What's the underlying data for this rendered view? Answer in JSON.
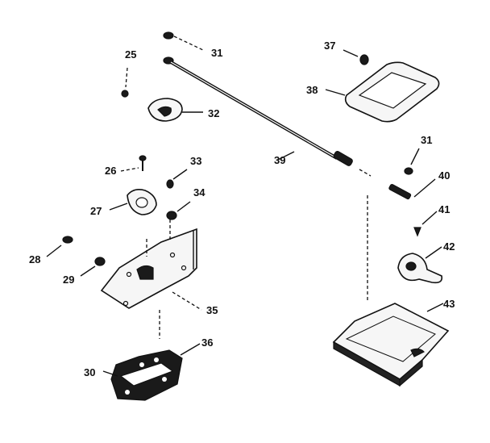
{
  "labels": {
    "p25": "25",
    "p26": "26",
    "p27": "27",
    "p28": "28",
    "p29": "29",
    "p30": "30",
    "p31a": "31",
    "p31b": "31",
    "p32": "32",
    "p33": "33",
    "p34": "34",
    "p35": "35",
    "p36": "36",
    "p37": "37",
    "p38": "38",
    "p39": "39",
    "p40": "40",
    "p41": "41",
    "p42": "42",
    "p43": "43"
  }
}
